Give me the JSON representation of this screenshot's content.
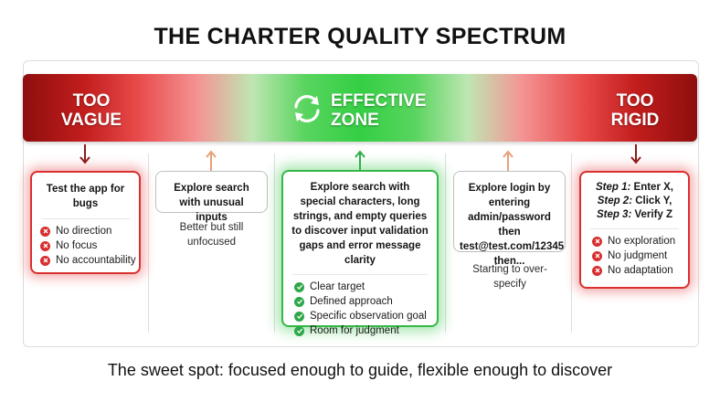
{
  "title": "THE CHARTER QUALITY SPECTRUM",
  "band": {
    "left_label": "TOO\nVAGUE",
    "center_label": "EFFECTIVE\nZONE",
    "right_label": "TOO\nRIGID",
    "center_icon": "refresh-cycle-icon",
    "colors": {
      "red_dark": "#8e0e0e",
      "red": "#e84a4a",
      "green": "#34cf44"
    }
  },
  "columns": {
    "vague": {
      "card_title": "Test the app for bugs",
      "items": [
        "No direction",
        "No focus",
        "No accountability"
      ],
      "item_icon": "x-circle-icon",
      "arrow_color": "#8b1a1a"
    },
    "unfocused": {
      "card_title": "Explore search with unusual inputs",
      "caption": "Better but still unfocused",
      "arrow_color": "#e8a07a"
    },
    "effective": {
      "card_title": "Explore search with special characters, long strings, and empty queries to discover input validation gaps and error message clarity",
      "items": [
        "Clear target",
        "Defined approach",
        "Specific observation goal",
        "Room for judgment"
      ],
      "item_icon": "check-circle-icon",
      "arrow_color": "#2fae49"
    },
    "overspecify": {
      "card_title": "Explore login by entering admin/password then test@test.com/12345 then...",
      "caption": "Starting to over-specify",
      "arrow_color": "#e8a07a"
    },
    "rigid": {
      "steps": [
        {
          "label": "Step 1:",
          "text": "Enter X,"
        },
        {
          "label": "Step 2:",
          "text": "Click Y,"
        },
        {
          "label": "Step 3:",
          "text": "Verify Z"
        }
      ],
      "items": [
        "No exploration",
        "No judgment",
        "No adaptation"
      ],
      "item_icon": "x-circle-icon",
      "arrow_color": "#8b1a1a"
    }
  },
  "footer": "The sweet spot: focused enough to guide, flexible enough to discover"
}
